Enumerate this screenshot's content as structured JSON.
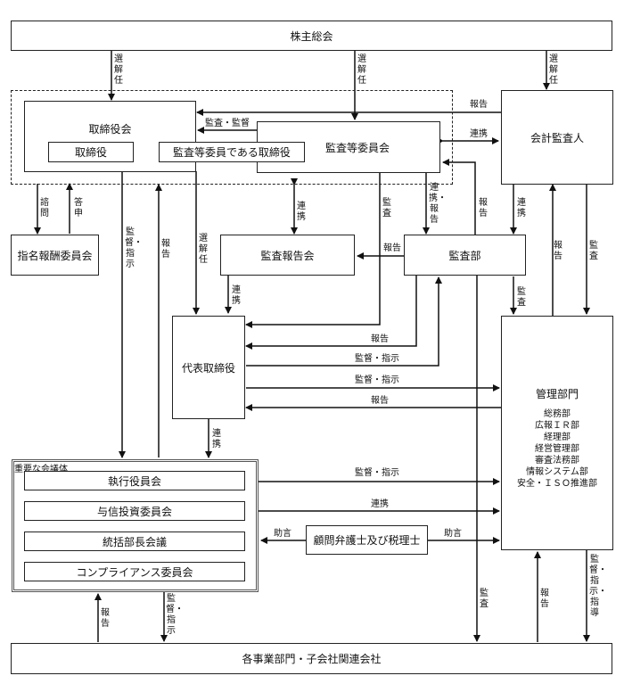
{
  "boxes": {
    "shareholders": "株主総会",
    "board": "取締役会",
    "director": "取締役",
    "ac_director": "監査等委員である取締役",
    "audit_committee": "監査等委員会",
    "accounting_auditor": "会計監査人",
    "nomination": "指名報酬委員会",
    "audit_report_meeting": "監査報告会",
    "audit_dept": "監査部",
    "representative": "代表取締役",
    "management": "管理部門",
    "meetings_title": "重要な会議体",
    "exec_committee": "執行役員会",
    "credit_committee": "与信投資委員会",
    "gm_meeting": "統括部長会議",
    "compliance": "コンプライアンス委員会",
    "advisors": "顧問弁護士及び税理士",
    "business": "各事業部門・子会社関連会社"
  },
  "departments": [
    "総務部",
    "広報ＩＲ部",
    "経理部",
    "経営管理部",
    "審査法務部",
    "情報システム部",
    "安全・ＩＳＯ推進部"
  ],
  "labels": {
    "elect": "選解任",
    "report": "報告",
    "audit_supervise": "監査・監督",
    "collab": "連携",
    "consult": "諮問",
    "answer": "答申",
    "audit": "監査",
    "collab_report": "連携・報告",
    "supervise_instruct": "監督・指示",
    "advice": "助言",
    "supervise_instruct_guide": "監督・指示・指導"
  }
}
